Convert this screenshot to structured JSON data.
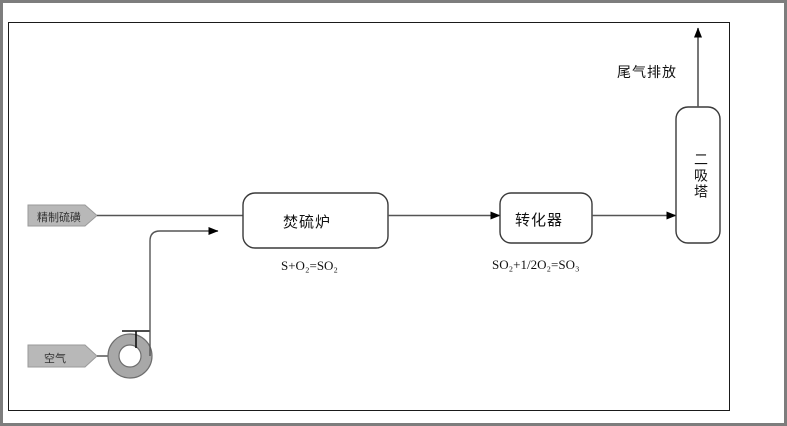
{
  "diagram": {
    "title_present": false,
    "colors": {
      "outer_frame": "#7d7d7d",
      "inner_frame": "#1a1a1a",
      "line": "#555555",
      "arrow": "#000000",
      "tag_fill": "#b8b8b8",
      "blower_fill": "#a8a8a8",
      "background": "#ffffff"
    }
  },
  "inputs": [
    {
      "id": "sulfur",
      "label": "精制硫磺"
    },
    {
      "id": "air",
      "label": "空气"
    }
  ],
  "units": [
    {
      "id": "furnace",
      "label": "焚硫炉",
      "formula": "S+O₂=SO₂"
    },
    {
      "id": "converter",
      "label": "转化器",
      "formula": "SO₂+1/2O₂=SO₃"
    },
    {
      "id": "tower",
      "label": "二吸塔",
      "formula": ""
    }
  ],
  "outputs": [
    {
      "id": "tail-gas",
      "label": "尾气排放"
    }
  ],
  "equipment": [
    {
      "id": "blower",
      "label": ""
    }
  ]
}
